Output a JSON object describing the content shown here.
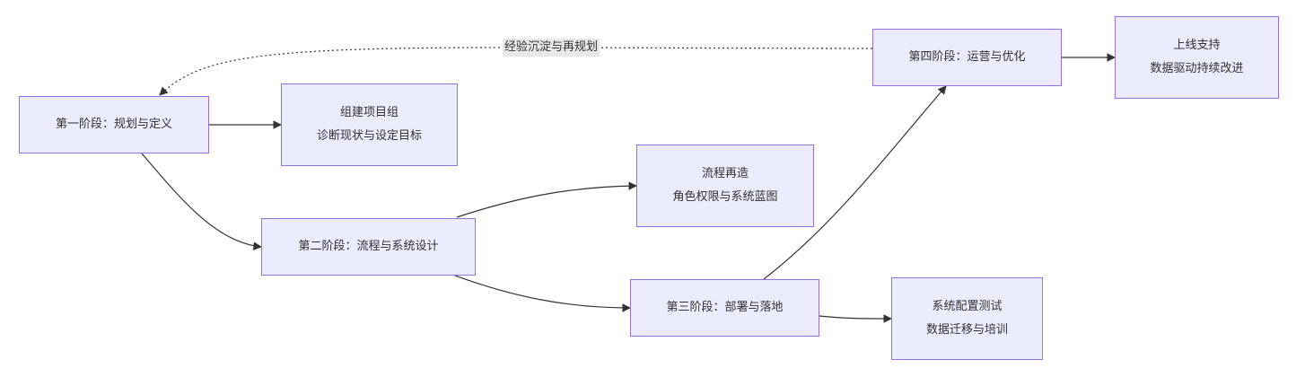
{
  "diagram": {
    "nodes": {
      "phase1": {
        "label": "第一阶段：规划与定义"
      },
      "phase1_detail": {
        "line1": "组建项目组",
        "line2": "诊断现状与设定目标"
      },
      "phase2": {
        "label": "第二阶段：流程与系统设计"
      },
      "phase2_detail": {
        "line1": "流程再造",
        "line2": "角色权限与系统蓝图"
      },
      "phase3": {
        "label": "第三阶段：部署与落地"
      },
      "phase3_detail": {
        "line1": "系统配置测试",
        "line2": "数据迁移与培训"
      },
      "phase4": {
        "label": "第四阶段：运营与优化"
      },
      "phase4_detail": {
        "line1": "上线支持",
        "line2": "数据驱动持续改进"
      }
    },
    "edges": {
      "feedback_label": "经验沉淀与再规划"
    },
    "colors": {
      "node_fill": "#ececff",
      "node_border": "#9370db",
      "edge": "#333333",
      "label_bg": "#e8e8e8"
    }
  }
}
